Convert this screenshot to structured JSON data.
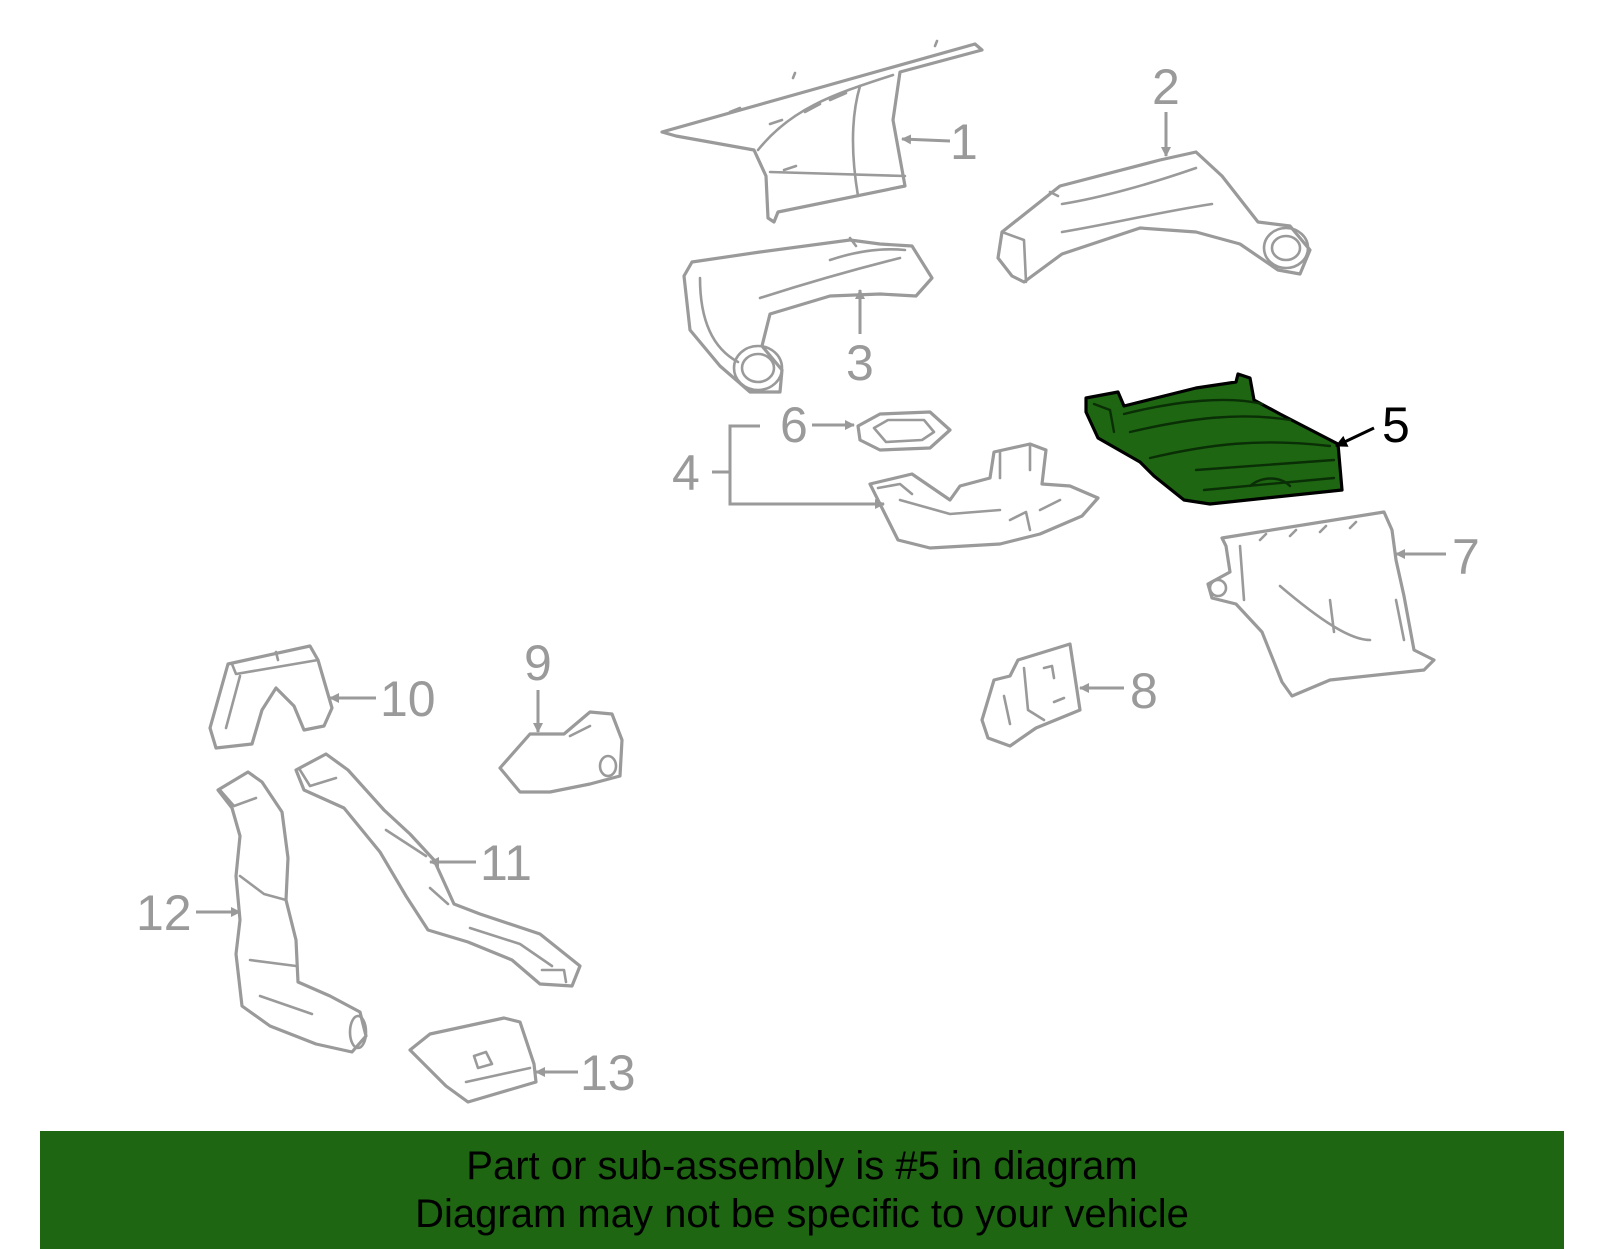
{
  "callouts": {
    "c1": "1",
    "c2": "2",
    "c3": "3",
    "c4": "4",
    "c5": "5",
    "c6": "6",
    "c7": "7",
    "c8": "8",
    "c9": "9",
    "c10": "10",
    "c11": "11",
    "c12": "12",
    "c13": "13"
  },
  "highlighted_part": "5",
  "colors": {
    "highlight": "#1e6612",
    "outline": "#9a9a9a",
    "banner": "#1e6612"
  },
  "banner": {
    "line1": "Part or sub-assembly is #5 in diagram",
    "line2": "Diagram may not be specific to your vehicle"
  }
}
